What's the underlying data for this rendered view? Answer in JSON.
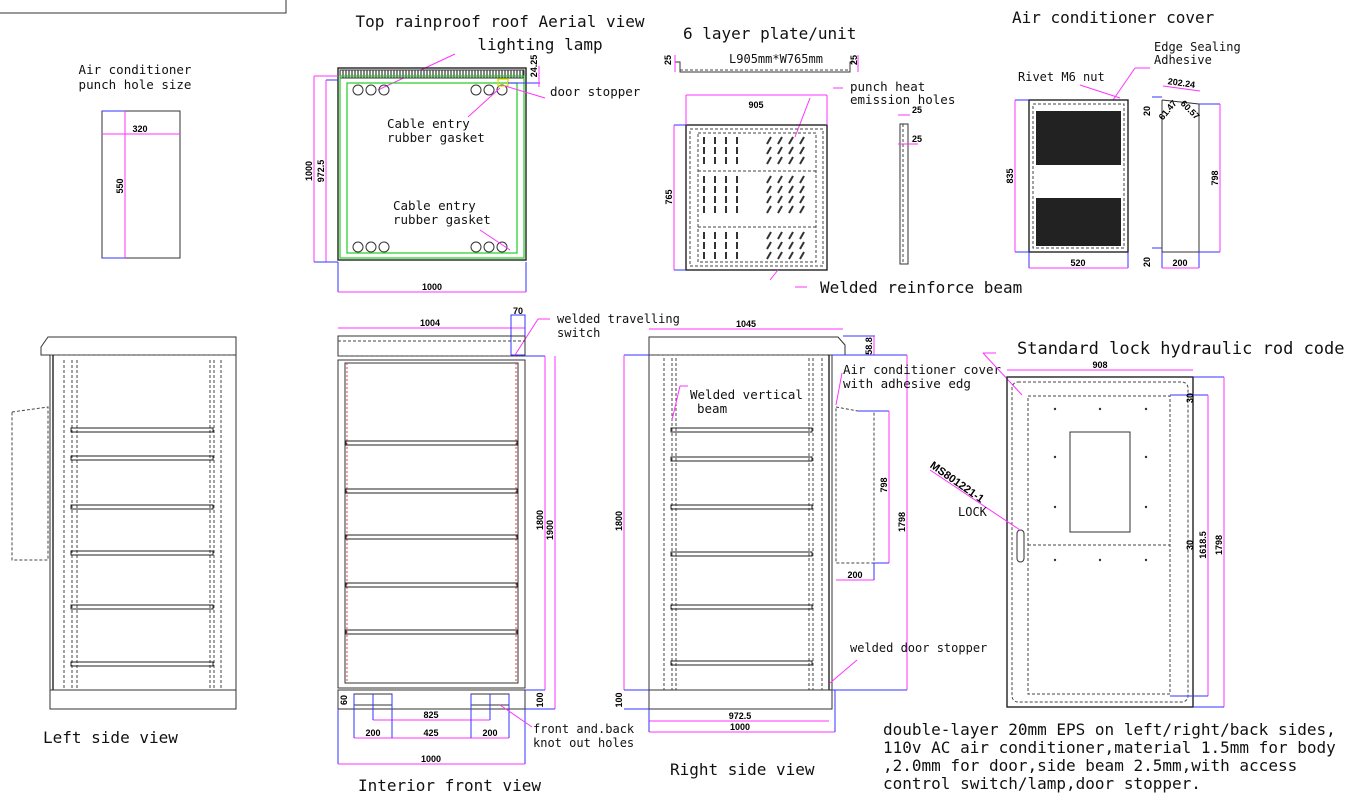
{
  "titles": {
    "ac_punch": [
      "Air conditioner",
      "punch hole size"
    ],
    "top_roof": "Top rainproof roof Aerial view",
    "lighting_lamp": "lighting lamp",
    "plate": "6 layer plate/unit",
    "ac_cover": "Air conditioner cover",
    "left_side": "Left side view",
    "interior_front": "Interior front view",
    "right_side": "Right side view",
    "lock_code": "Standard lock hydraulic rod code"
  },
  "annotations": {
    "door_stopper": "door stopper",
    "cable_gasket_1": [
      "Cable entry",
      "rubber gasket"
    ],
    "cable_gasket_2": [
      "Cable entry",
      "rubber gasket"
    ],
    "plate_size": "L905mm*W765mm",
    "punch_heat": [
      "punch heat",
      "emission holes"
    ],
    "welded_beam": "Welded reinforce beam",
    "edge_sealing": [
      "Edge Sealing",
      "Adhesive"
    ],
    "rivet": "Rivet M6 nut",
    "travel_switch": [
      "welded travelling",
      "switch"
    ],
    "vertical_beam": [
      "Welded vertical",
      "beam"
    ],
    "ac_cover_adhesive": [
      "Air conditioner cover",
      "with adhesive edg"
    ],
    "knock_out": [
      "front and.back",
      "knot out holes"
    ],
    "welded_door_stopper": "welded door stopper",
    "lock_part": "MS801221-1",
    "lock": "LOCK"
  },
  "dimensions": {
    "ac_punch_w": "320",
    "ac_punch_h": "550",
    "roof_h1": "1000",
    "roof_h2": "972.5",
    "roof_w": "1000",
    "roof_edge": "24.25",
    "plate_w": "905",
    "plate_h": "765",
    "plate_flange_l": "25",
    "plate_flange_r": "25",
    "plate_side_1": "25",
    "plate_side_2": "25",
    "cover_h": "835",
    "cover_w": "520",
    "cover_side_w": "200",
    "cover_side_h": "798",
    "cover_top": "202.24",
    "cover_angle_1": "61.47",
    "cover_angle_2": "60.57",
    "cover_offset_top": "20",
    "cover_offset_bot": "20",
    "front_top_w": "1004",
    "front_switch": "70",
    "front_h1": "1800",
    "front_h2": "1900",
    "front_base": "100",
    "front_knock_h": "60",
    "front_825": "825",
    "front_200a": "200",
    "front_425": "425",
    "front_200b": "200",
    "front_w": "1000",
    "right_top_w": "1045",
    "right_roof": "58.8",
    "right_h": "1800",
    "right_ac_h": "798",
    "right_ac_w": "200",
    "right_total_h": "1798",
    "right_base": "100",
    "right_972": "972.5",
    "right_w": "1000",
    "door_w": "908",
    "door_h1": "1618.5",
    "door_h2": "1798",
    "door_gap_1": "30",
    "door_gap_2": "30"
  },
  "spec_note": [
    "double-layer 20mm EPS on left/right/back sides,",
    "110v AC air conditioner,material 1.5mm for body",
    ",2.0mm for door,side beam 2.5mm,with access",
    "control switch/lamp,door stopper."
  ],
  "colors": {
    "dimension_magenta": "#ff33ff",
    "dimension_blue": "#3333ff",
    "outline_green": "#22cc22",
    "highlight_yellow": "#dddd00"
  }
}
